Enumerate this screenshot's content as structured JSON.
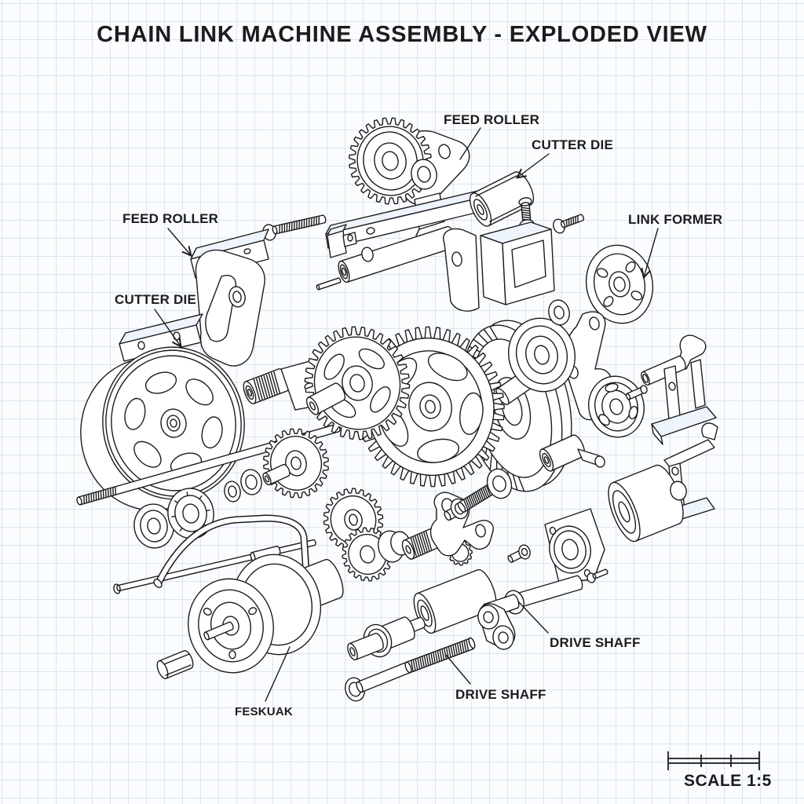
{
  "title": "CHAIN LINK MACHINE ASSEMBLY - EXPLODED VIEW",
  "callouts": {
    "feed_roller_top": "FEED ROLLER",
    "cutter_die_top": "CUTTER DIE",
    "feed_roller_left": "FEED ROLLER",
    "cutter_die_left": "CUTTER DIE",
    "link_former": "LINK FORMER",
    "drive_shaft_upper": "DRIVE SHAFF",
    "drive_shaft_lower": "DRIVE SHAFF",
    "hub_spool": "FESKUAK"
  },
  "scale_bar": {
    "label": "SCALE 1:5"
  },
  "colors": {
    "paper": "#fbfcfe",
    "grid": "#a9c6e1",
    "ink": "#1c1c1f"
  }
}
